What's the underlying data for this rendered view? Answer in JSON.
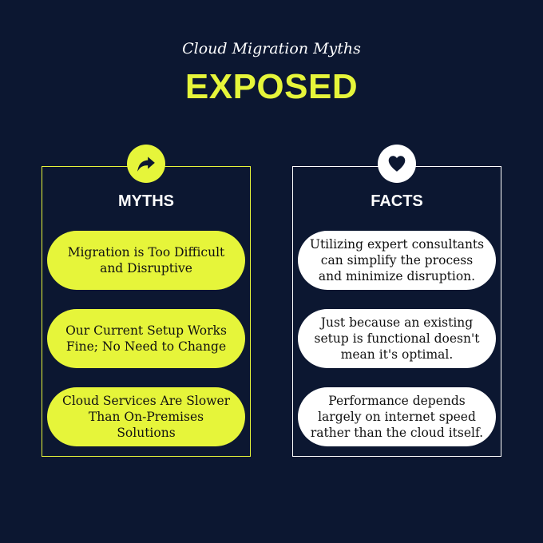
{
  "header": {
    "subtitle": "Cloud Migration Myths",
    "title": "EXPOSED"
  },
  "colors": {
    "background": "#0c1731",
    "accent_yellow": "#e6f53a",
    "white": "#ffffff"
  },
  "myths": {
    "icon": "share-arrow-icon",
    "heading": "MYTHS",
    "items": [
      "Migration is Too Difficult and Disruptive",
      "Our Current Setup Works Fine; No Need to Change",
      "Cloud Services Are Slower Than On-Premises Solutions"
    ]
  },
  "facts": {
    "icon": "heart-icon",
    "heading": "FACTS",
    "items": [
      "Utilizing expert consultants can simplify the process and minimize disruption.",
      "Just because an existing setup is functional doesn't mean it's optimal.",
      "Performance depends largely on internet speed rather than the cloud itself."
    ]
  }
}
